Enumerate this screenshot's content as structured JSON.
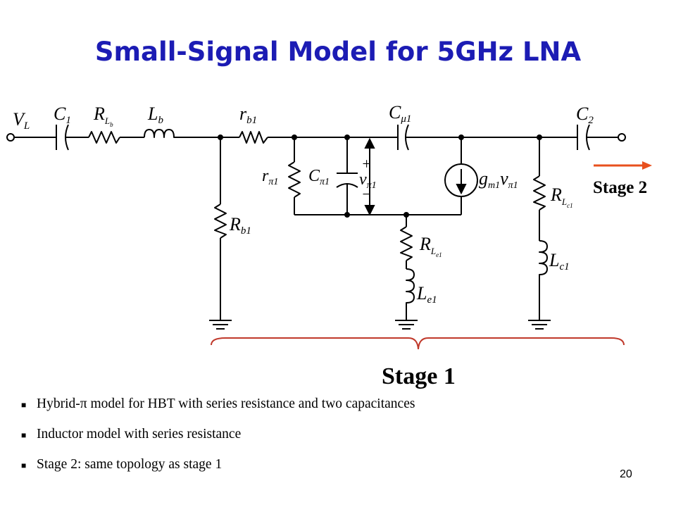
{
  "title": "Small-Signal Model for 5GHz LNA",
  "labels": {
    "vl": "V",
    "vl_sub": "L",
    "c1": "C",
    "c1_sub": "1",
    "rlb": "R",
    "rlb_sub": "L",
    "rlb_subsub": "b",
    "lb": "L",
    "lb_sub": "b",
    "rb1_top": "r",
    "rb1_top_sub": "b1",
    "rpi": "r",
    "rpi_sub": "π1",
    "cpi": "C",
    "cpi_sub": "π1",
    "plus": "+",
    "minus": "−",
    "vpi": "v",
    "vpi_sub": "π1",
    "cmu": "C",
    "cmu_sub": "μ1",
    "gm_g": "g",
    "gm_sub": "m1",
    "gm_v": "v",
    "gm_v_sub": "π1",
    "c2": "C",
    "c2_sub": "2",
    "rb1": "R",
    "rb1_sub": "b1",
    "rle": "R",
    "rle_sub": "L",
    "rle_subsub": "e1",
    "le": "L",
    "le_sub": "e1",
    "rlc": "R",
    "rlc_sub": "L",
    "rlc_subsub": "c1",
    "lc": "L",
    "lc_sub": "c1"
  },
  "stage2_label": "Stage 2",
  "stage1_label": "Stage 1",
  "bullets": [
    "Hybrid-π model for HBT with series resistance and two capacitances",
    "Inductor model with series resistance",
    "Stage 2: same topology as stage 1"
  ],
  "page_number": "20",
  "colors": {
    "title": "#1c1cb4",
    "stage2_arrow": "#e8501e",
    "brace": "#c0392b"
  },
  "icons": {
    "bullet": "square-bullet-icon"
  }
}
